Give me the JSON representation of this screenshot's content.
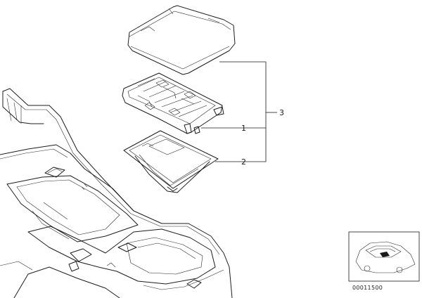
{
  "diagram": {
    "callouts": {
      "assembly": "3",
      "part_1": "1",
      "part_2": "2"
    },
    "document_number": "00011500"
  }
}
